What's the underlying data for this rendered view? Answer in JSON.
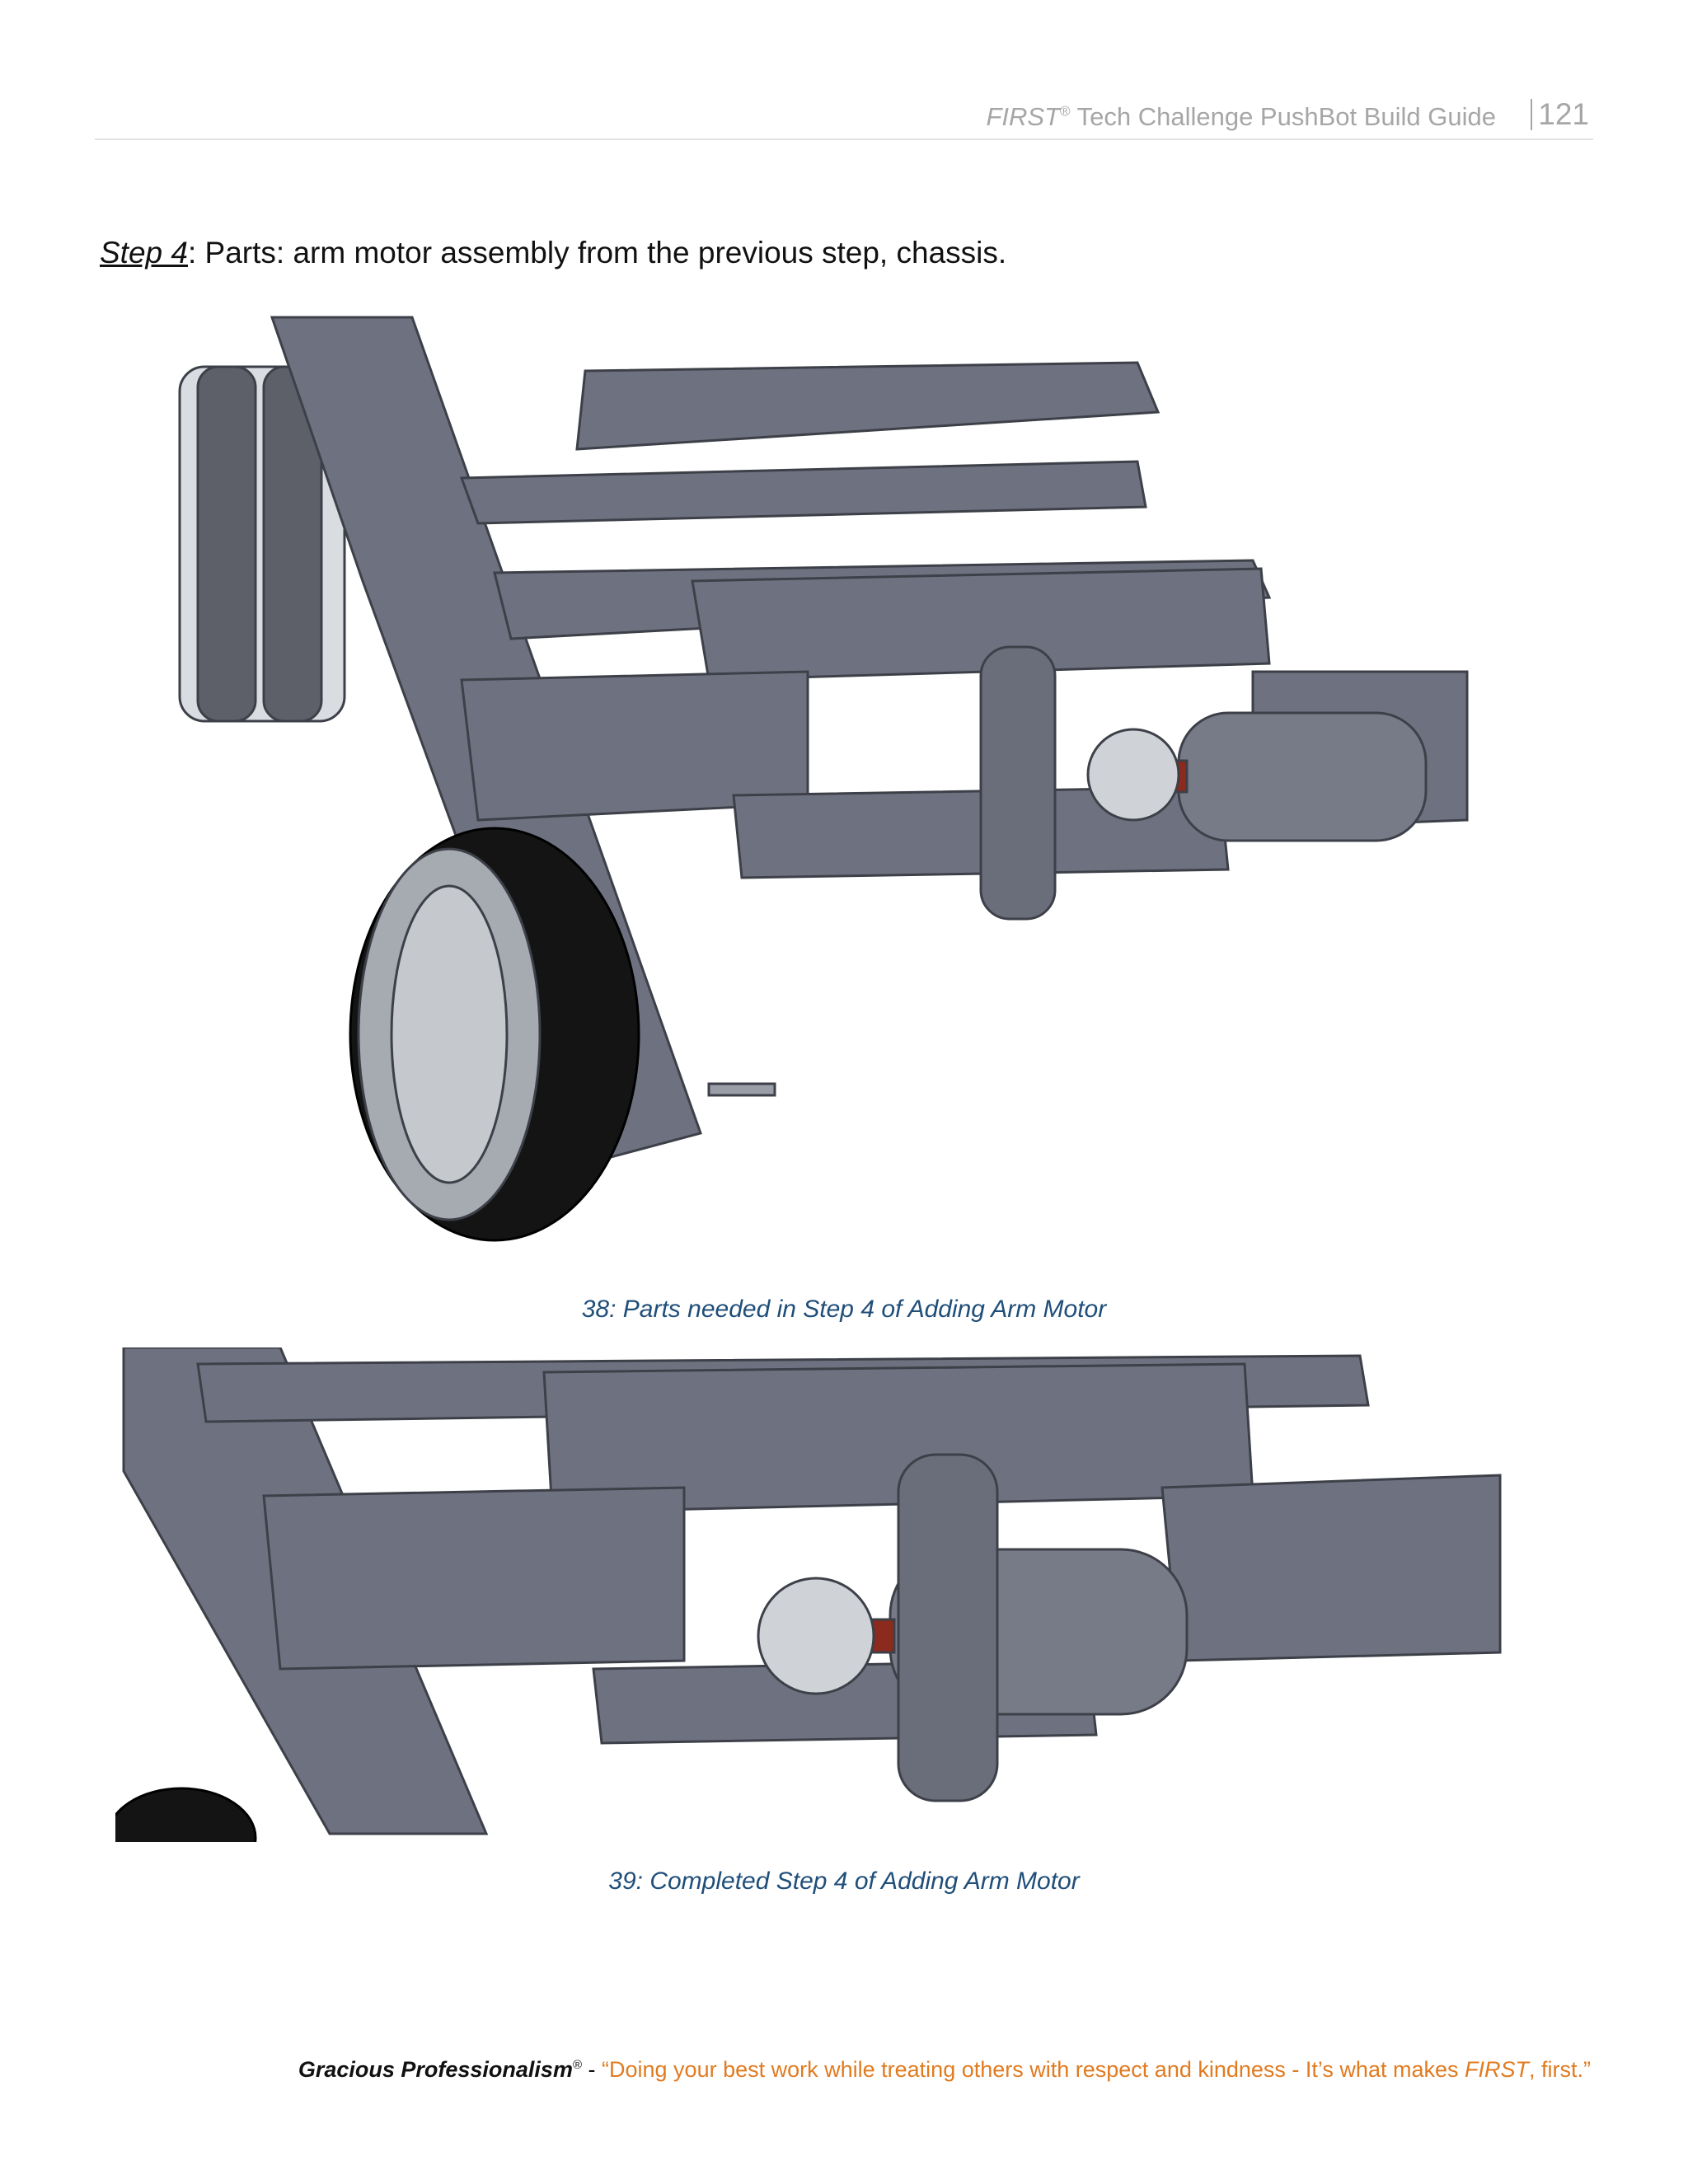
{
  "header": {
    "brand": "FIRST",
    "registered": "®",
    "title_rest": " Tech Challenge PushBot Build Guide",
    "page_number": "121"
  },
  "step": {
    "label": "Step 4",
    "text": ": Parts: arm motor assembly from the previous step, chassis."
  },
  "figure1": {
    "caption": "38: Parts needed in Step 4 of Adding Arm Motor"
  },
  "figure2": {
    "caption": "39: Completed Step 4 of Adding Arm Motor"
  },
  "footer": {
    "gp_label": "Gracious Professionalism",
    "gp_mark": "®",
    "dash": " - ",
    "quote_start": "“Doing your best work while treating others with respect and kindness - It’s what makes ",
    "quote_first": "FIRST",
    "quote_end": ", first.”"
  },
  "colors": {
    "metal": "#6e7280",
    "metal_dark": "#4f535e",
    "tire": "#141414",
    "accent_red": "#8b2a1d",
    "caption": "#1f4e79",
    "footer_quote": "#e07b20"
  }
}
